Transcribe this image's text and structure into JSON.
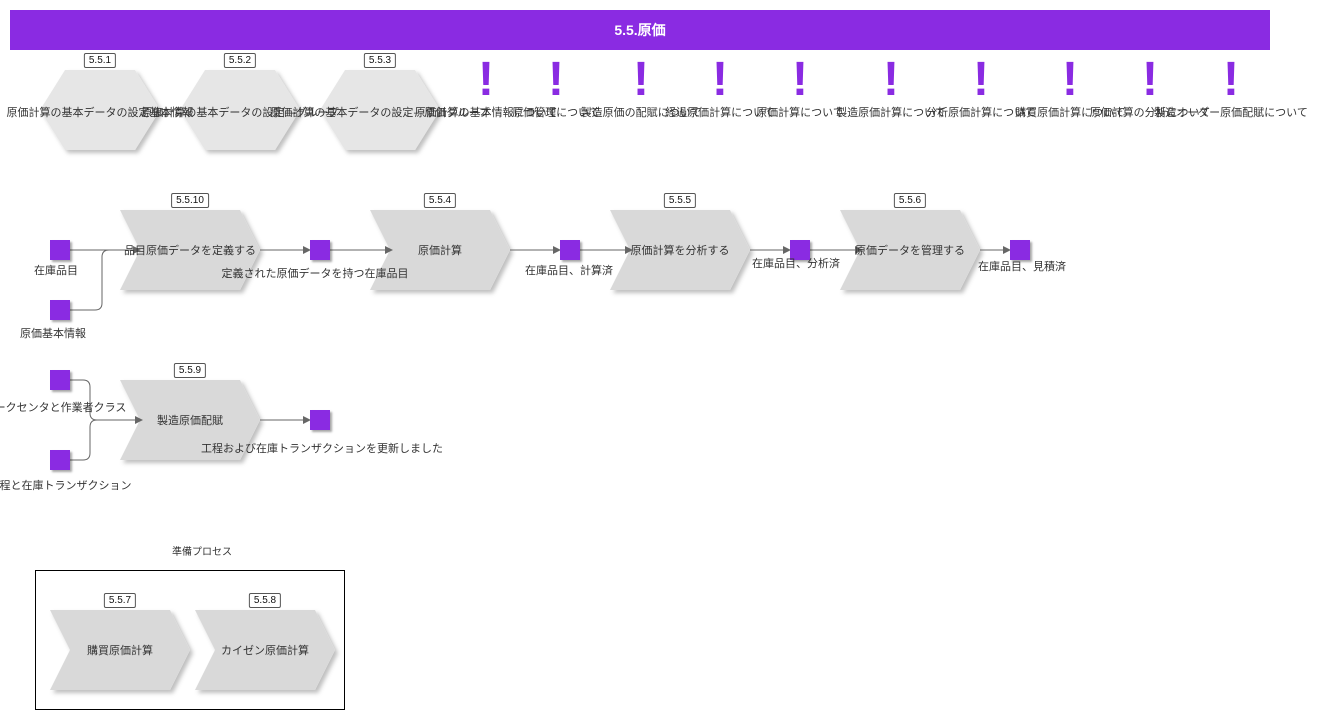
{
  "title": "5.5.原価",
  "colors": {
    "accent": "#8a2be2",
    "shape_fill": "#d9d9d9",
    "connector": "#666666"
  },
  "hexagons": [
    {
      "num": "5.5.1",
      "label": "原価計算の基本データの設定基本情報"
    },
    {
      "num": "5.5.2",
      "label": "原価計算の基本データの設定—グループ"
    },
    {
      "num": "5.5.3",
      "label": "原価計算の基本データの設定—原価グループ"
    }
  ],
  "notes": [
    {
      "label": "原価計算の基本情報について"
    },
    {
      "label": "原価管理について"
    },
    {
      "label": "製造原価の配賦について"
    },
    {
      "label": "経過原価計算について"
    },
    {
      "label": "原価計算について"
    },
    {
      "label": "製造原価計算について"
    },
    {
      "label": "分析原価計算について"
    },
    {
      "label": "購買原価計算について"
    },
    {
      "label": "原価計算の分析について"
    },
    {
      "label": "製造オーダー原価配賦について"
    }
  ],
  "flow1": {
    "inputs": [
      {
        "label": "在庫品目"
      },
      {
        "label": "原価基本情報"
      }
    ],
    "steps": [
      {
        "num": "5.5.10",
        "label": "品目原価データを定義する"
      },
      {
        "num": "5.5.4",
        "label": "原価計算"
      },
      {
        "num": "5.5.5",
        "label": "原価計算を分析する"
      },
      {
        "num": "5.5.6",
        "label": "原価データを管理する"
      }
    ],
    "objects": [
      {
        "label": "定義された原価データを持つ在庫品目"
      },
      {
        "label": "在庫品目、計算済"
      },
      {
        "label": "在庫品目、分析済"
      },
      {
        "label": "在庫品目、見積済"
      }
    ]
  },
  "flow2": {
    "inputs": [
      {
        "label": "ワークセンタと作業者クラス"
      },
      {
        "label": "工程と在庫トランザクション"
      }
    ],
    "step": {
      "num": "5.5.9",
      "label": "製造原価配賦"
    },
    "output": {
      "label": "工程および在庫トランザクションを更新しました"
    }
  },
  "subprocess": {
    "title": "準備プロセス",
    "steps": [
      {
        "num": "5.5.7",
        "label": "購買原価計算"
      },
      {
        "num": "5.5.8",
        "label": "カイゼン原価計算"
      }
    ]
  }
}
